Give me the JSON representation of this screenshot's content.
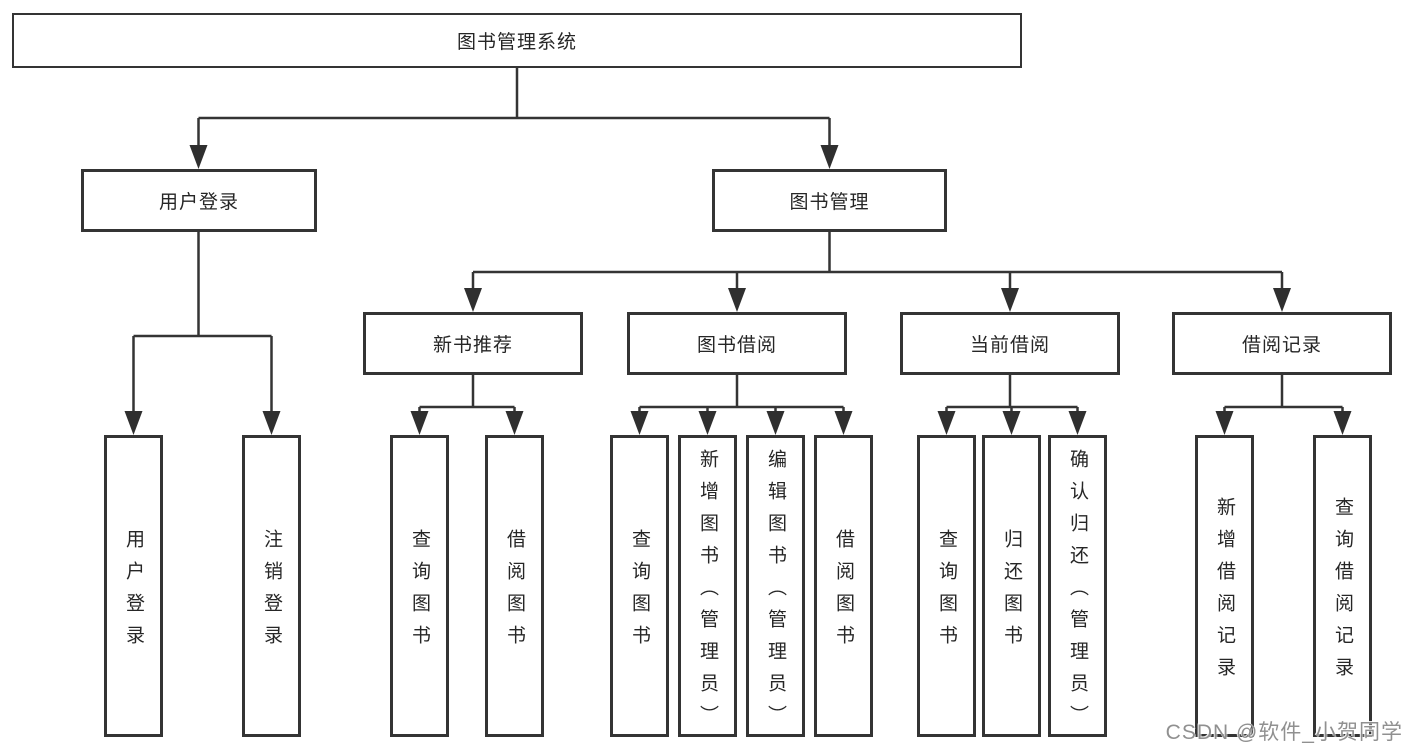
{
  "tree": {
    "root": "图书管理系统",
    "branches": [
      {
        "label": "用户登录",
        "children": [
          "用户登录",
          "注销登录"
        ]
      },
      {
        "label": "图书管理",
        "children": [
          {
            "label": "新书推荐",
            "children": [
              "查询图书",
              "借阅图书"
            ]
          },
          {
            "label": "图书借阅",
            "children": [
              "查询图书",
              "新增图书（管理员）",
              "编辑图书（管理员）",
              "借阅图书"
            ]
          },
          {
            "label": "当前借阅",
            "children": [
              "查询图书",
              "归还图书",
              "确认归还（管理员）"
            ]
          },
          {
            "label": "借阅记录",
            "children": [
              "新增借阅记录",
              "查询借阅记录"
            ]
          }
        ]
      }
    ]
  },
  "watermark": "CSDN @软件_小贺同学",
  "colors": {
    "line": "#343434",
    "text": "#262626",
    "box_background": "#ffffff",
    "watermark": "#909090",
    "page_background": "#ffffff"
  }
}
